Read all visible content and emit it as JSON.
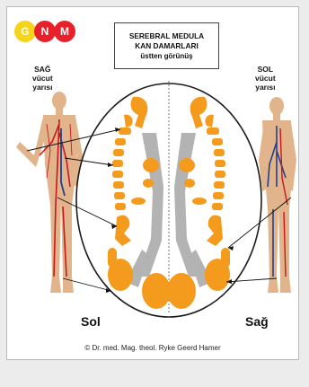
{
  "logo": {
    "letters": [
      "G",
      "N",
      "M"
    ],
    "colors": [
      "#f4d51a",
      "#e8202a",
      "#e8202a"
    ]
  },
  "title": {
    "line1": "SEREBRAL MEDULA",
    "line2": "KAN DAMARLARI",
    "line3": "üstten görünüş"
  },
  "labels": {
    "right_half": [
      "SAĞ",
      "vücut",
      "yarısı"
    ],
    "left_half": [
      "SOL",
      "vücut",
      "yarısı"
    ],
    "bottom_left": "Sol",
    "bottom_right": "Sağ"
  },
  "copyright": "© Dr. med. Mag. theol. Ryke Geerd Hamer",
  "colors": {
    "organ": "#f49a1c",
    "ventricle": "#b3b3b3",
    "ellipse": "#1a1a1a",
    "arteries": "#c8161d",
    "veins": "#23408e",
    "skin": "#e2b48c"
  }
}
